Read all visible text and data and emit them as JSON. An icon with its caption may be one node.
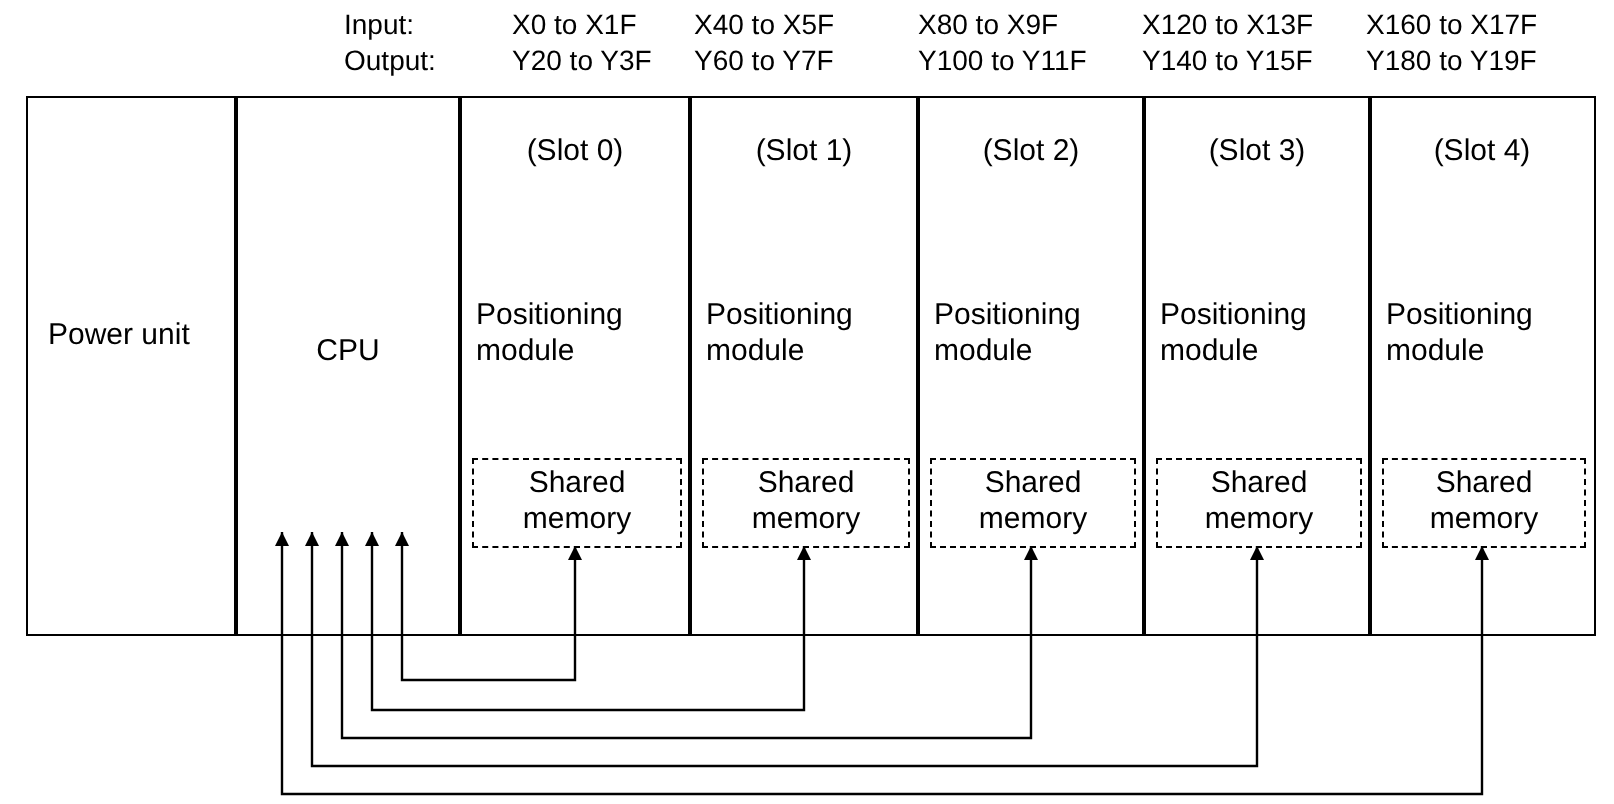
{
  "diagram": {
    "nodes": [
      {
        "text": [
          "Power unit"
        ]
      },
      {
        "text": [
          "CPU"
        ]
      },
      {
        "text": [
          "(Slot 0)",
          "Positioning module"
        ]
      },
      {
        "text": [
          "(Slot 1)",
          "Positioning module"
        ]
      },
      {
        "text": [
          "(Slot 2)",
          "Positioning module"
        ]
      },
      {
        "text": [
          "(Slot 3)",
          "Positioning module"
        ]
      },
      {
        "text": [
          "(Slot 4)",
          "Positioning module"
        ]
      },
      {
        "text": [
          "Shared memory"
        ],
        "in": 2
      },
      {
        "text": [
          "Shared memory"
        ],
        "in": 3
      },
      {
        "text": [
          "Shared memory"
        ],
        "in": 4
      },
      {
        "text": [
          "Shared memory"
        ],
        "in": 5
      },
      {
        "text": [
          "Shared memory"
        ],
        "in": 6
      }
    ],
    "edges": [
      {
        "from": 7,
        "to": 1,
        "arrow": "both"
      },
      {
        "from": 8,
        "to": 1,
        "arrow": "both"
      },
      {
        "from": 9,
        "to": 1,
        "arrow": "both"
      },
      {
        "from": 10,
        "to": 1,
        "arrow": "both"
      },
      {
        "from": 11,
        "to": 1,
        "arrow": "both"
      }
    ],
    "labels": [
      "Input:",
      "X0 to X1F",
      "X40 to X5F",
      "X80 to X9F",
      "X120 to X13F",
      "X160 to X17F",
      "Output:",
      "Y20 to Y3F",
      "Y60 to Y7F",
      "Y100 to Y11F",
      "Y140 to Y15F",
      "Y180 to Y19F"
    ]
  }
}
